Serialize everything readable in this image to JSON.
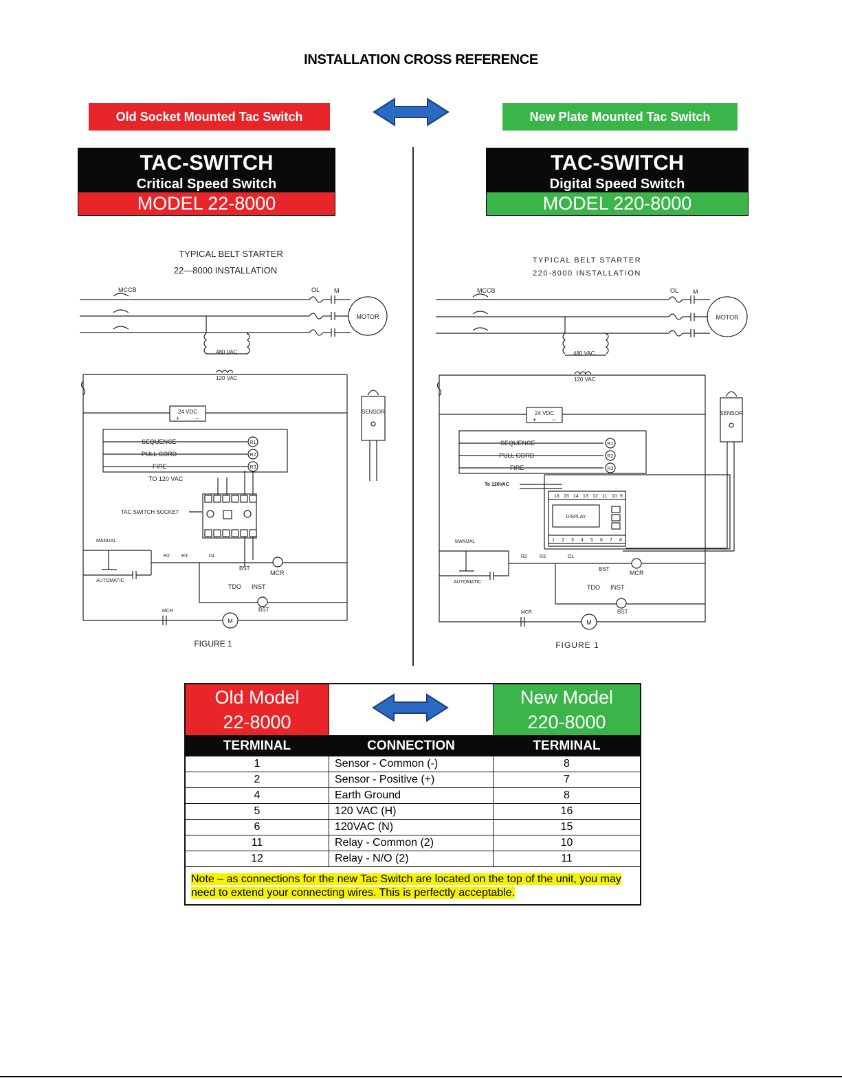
{
  "title": "INSTALLATION CROSS REFERENCE",
  "colors": {
    "old": "#e8262a",
    "new": "#3bb54a",
    "arrow": "#2a6ac4",
    "note_highlight": "#f5f200"
  },
  "old_tag": "Old Socket Mounted Tac Switch",
  "new_tag": "New Plate Mounted Tac Switch",
  "old_box": {
    "title": "TAC-SWITCH",
    "subtitle": "Critical Speed Switch",
    "model": "MODEL 22-8000"
  },
  "new_box": {
    "title": "TAC-SWITCH",
    "subtitle": "Digital Speed Switch",
    "model": "MODEL 220-8000"
  },
  "old_diagram": {
    "heading1": "TYPICAL BELT STARTER",
    "heading2": "22—8000    INSTALLATION",
    "mccb": "MCCB",
    "ol": "OL",
    "m": "M",
    "motor": "MOTOR",
    "vac480": "480 VAC",
    "vac120": "120 VAC",
    "vdc24": "24 VDC",
    "plus": "+",
    "minus": "−",
    "sensor": "SENSOR",
    "sequence": "SEQUENCE",
    "pull_cord": "PULL CORD",
    "fire": "FIRE",
    "r1": "R1",
    "r2": "R2",
    "r3": "R3",
    "to120": "TO 120 VAC",
    "socket": "TAC SWITCH SOCKET",
    "manual": "MANUAL",
    "automatic": "AUTOMATIC",
    "bst": "BST",
    "mcr": "MCR",
    "tdo": "TDO",
    "inst": "INST",
    "figure": "FIGURE 1"
  },
  "new_diagram": {
    "heading1": "TYPICAL BELT STARTER",
    "heading2": "220-8000 INSTALLATION",
    "mccb": "MCCB",
    "ol": "OL",
    "m": "M",
    "motor": "MOTOR",
    "vac480": "480 VAC",
    "vac120": "120 VAC",
    "vdc24": "24 VDC",
    "plus": "+",
    "minus": "−",
    "sensor": "SENSOR",
    "sequence": "SEQUENCE",
    "pull_cord": "PULL CORD",
    "fire": "FIRE",
    "r1": "R1",
    "r2": "R2",
    "r3": "R3",
    "to120": "To 120VAC",
    "display": "DISPLAY",
    "top_terminals": [
      "16",
      "15",
      "14",
      "13",
      "12",
      "11",
      "10",
      "9"
    ],
    "bottom_terminals": [
      "1",
      "2",
      "3",
      "4",
      "5",
      "6",
      "7",
      "8"
    ],
    "manual": "MANUAL",
    "automatic": "AUTOMATIC",
    "bst": "BST",
    "mcr": "MCR",
    "tdo": "TDO",
    "inst": "INST",
    "figure": "FIGURE 1"
  },
  "table": {
    "old_header": [
      "Old Model",
      "22-8000"
    ],
    "new_header": [
      "New Model",
      "220-8000"
    ],
    "col_headers": [
      "TERMINAL",
      "CONNECTION",
      "TERMINAL"
    ],
    "rows": [
      {
        "old": "1",
        "connection": "Sensor - Common (-)",
        "new": "8"
      },
      {
        "old": "2",
        "connection": "Sensor - Positive (+)",
        "new": "7"
      },
      {
        "old": "4",
        "connection": "Earth Ground",
        "new": "8"
      },
      {
        "old": "5",
        "connection": "120 VAC (H)",
        "new": "16"
      },
      {
        "old": "6",
        "connection": "120VAC (N)",
        "new": "15"
      },
      {
        "old": "11",
        "connection": "Relay - Common (2)",
        "new": "10"
      },
      {
        "old": "12",
        "connection": "Relay - N/O (2)",
        "new": "11"
      }
    ],
    "note_line1": "Note – as connections for the new Tac Switch are located on the top of the unit, you may",
    "note_line2": "need to extend your connecting wires. This is perfectly acceptable."
  }
}
